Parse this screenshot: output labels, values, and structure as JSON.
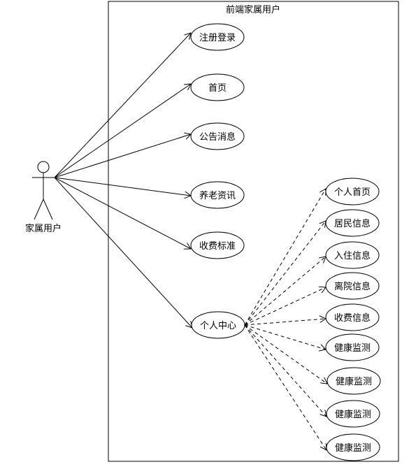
{
  "system": {
    "title": "前端家属用户"
  },
  "actor": {
    "name": "家属用户"
  },
  "main_use_cases": [
    {
      "id": "register",
      "label": "注册登录"
    },
    {
      "id": "home",
      "label": "首页"
    },
    {
      "id": "notice",
      "label": "公告消息"
    },
    {
      "id": "news",
      "label": "养老资讯"
    },
    {
      "id": "fee-standard",
      "label": "收费标准"
    },
    {
      "id": "personal-center",
      "label": "个人中心"
    }
  ],
  "sub_use_cases": [
    {
      "id": "personal-home",
      "label": "个人首页"
    },
    {
      "id": "resident-info",
      "label": "居民信息"
    },
    {
      "id": "checkin-info",
      "label": "入住信息"
    },
    {
      "id": "discharge-info",
      "label": "离院信息"
    },
    {
      "id": "fee-info",
      "label": "收费信息"
    },
    {
      "id": "health-1",
      "label": "健康监测"
    },
    {
      "id": "health-2",
      "label": "健康监测"
    },
    {
      "id": "health-3",
      "label": "健康监测"
    },
    {
      "id": "health-4",
      "label": "健康监测"
    }
  ]
}
